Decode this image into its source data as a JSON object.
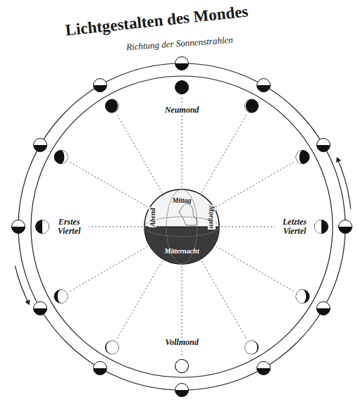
{
  "diagram": {
    "title": "Lichtgestalten des Mondes",
    "nodes": [
      {
        "text": [
          "Mittag",
          "Abend",
          "Mitternacht",
          "Morgen"
        ]
      }
    ],
    "labels": [
      "Richtung der Sonnenstrahlen",
      "Neumond",
      "Erstes Viertel",
      "Letztes Viertel",
      "Vollmond"
    ]
  }
}
